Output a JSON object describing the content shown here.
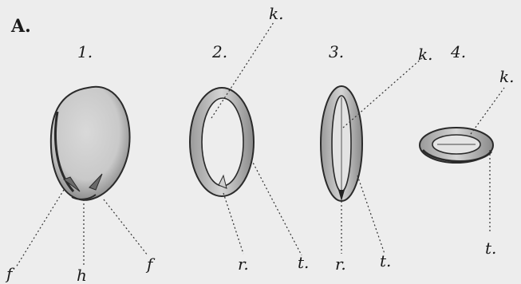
{
  "plate": {
    "letter": "A.",
    "figures": [
      {
        "number": "1.",
        "labels": [
          "f",
          "h",
          "f"
        ]
      },
      {
        "number": "2.",
        "labels": [
          "k.",
          "r.",
          "t."
        ]
      },
      {
        "number": "3.",
        "labels": [
          "k.",
          "r.",
          "t."
        ]
      },
      {
        "number": "4.",
        "labels": [
          "k.",
          "t."
        ]
      }
    ]
  }
}
